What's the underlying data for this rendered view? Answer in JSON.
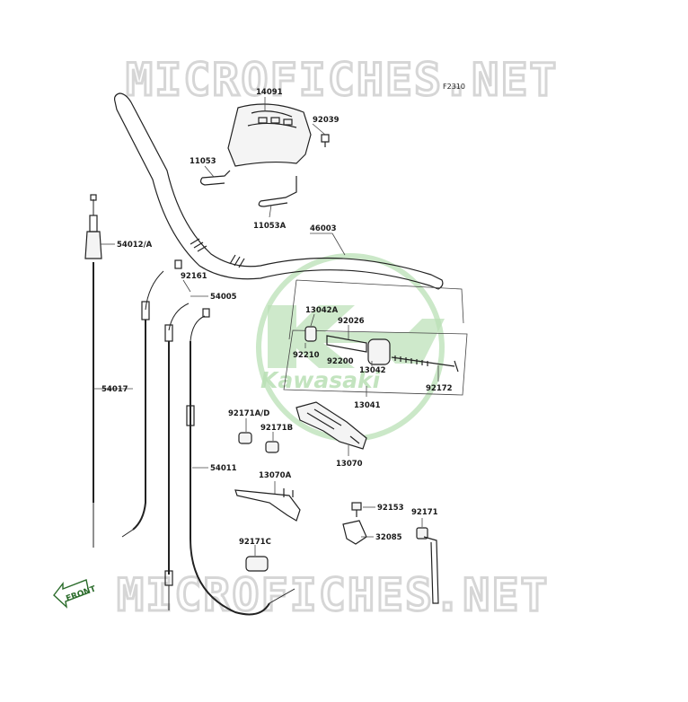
{
  "watermark": {
    "top": "MICROFICHES.NET",
    "bottom": "MICROFICHES.NET"
  },
  "figure_code": "F2310",
  "logo": {
    "brand": "Kawasaki"
  },
  "front_label": "FRONT",
  "parts": {
    "p14091": "14091",
    "p92039": "92039",
    "p11053": "11053",
    "p11053a": "11053A",
    "p46003": "46003",
    "p54012a": "54012/A",
    "p92161": "92161",
    "p54005": "54005",
    "p13042a": "13042A",
    "p92026": "92026",
    "p92210": "92210",
    "p92200": "92200",
    "p13042": "13042",
    "p92172": "92172",
    "p13041": "13041",
    "p54017": "54017",
    "p92171ad": "92171A/D",
    "p92171b": "92171B",
    "p13070": "13070",
    "p54011": "54011",
    "p13070a": "13070A",
    "p92153": "92153",
    "p92171": "92171",
    "p32085": "32085",
    "p92171c": "92171C"
  },
  "colors": {
    "label_leader": "#2e7d32",
    "watermark": "#d6d6d6",
    "logo": "#b9e0b5"
  }
}
